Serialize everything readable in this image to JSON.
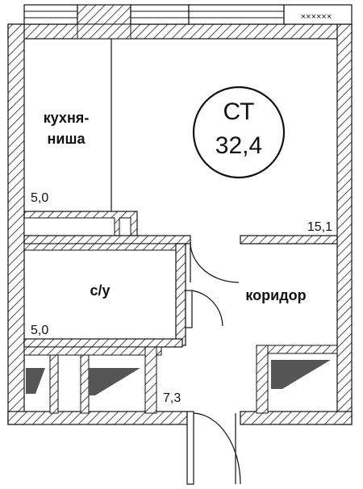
{
  "plan": {
    "unit_type": "СТ",
    "total_area": "32,4",
    "rooms": {
      "kitchen": {
        "name_line1": "кухня-",
        "name_line2": "ниша",
        "area": "5,0"
      },
      "living": {
        "area": "15,1"
      },
      "bathroom": {
        "name": "с/у",
        "area": "5,0"
      },
      "corridor": {
        "name": "коридор",
        "area": "7,3"
      }
    }
  }
}
